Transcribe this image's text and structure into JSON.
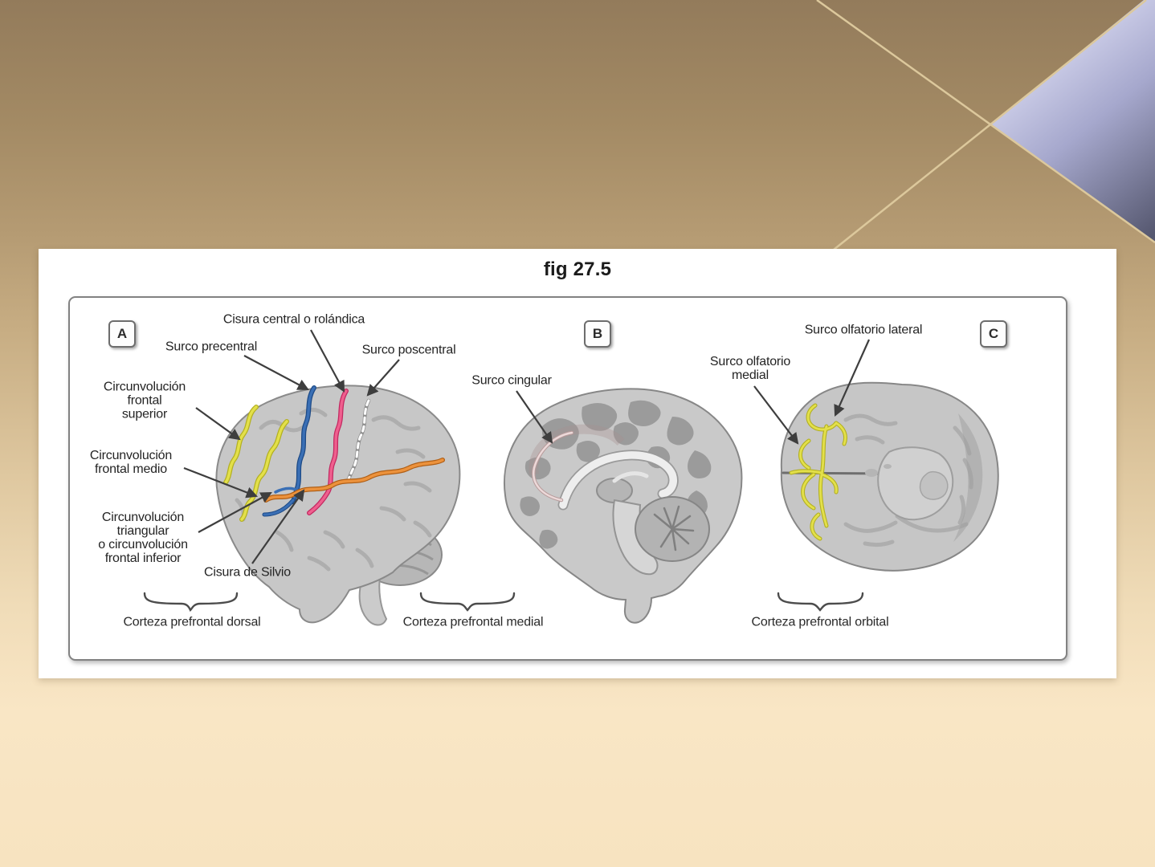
{
  "figure": {
    "title": "fig 27.5"
  },
  "colors": {
    "background_top": "#937b5b",
    "background_bottom": "#f7e3c0",
    "decor_lavender_light": "#dadbf2",
    "decor_lavender_dark": "#565870",
    "decor_line": "#dcc89c",
    "brain_gray": "#c7c7c7",
    "sulcus_yellow": "#e3e04a",
    "sulcus_blue": "#3a6fb5",
    "sulcus_pink": "#ef5f8e",
    "sulcus_orange": "#ec923c",
    "sulcus_pale_pink": "#ecd9d9",
    "sulcus_white_dashed": "#ffffff",
    "arrow_color": "#3e3e3e"
  },
  "panels": {
    "a": {
      "tag": "A",
      "labels": {
        "cisura_central": "Cisura central o rolándica",
        "surco_precentral": "Surco precentral",
        "surco_poscentral": "Surco poscentral",
        "circ_frontal_superior": "Circunvolución\nfrontal\nsuperior",
        "circ_frontal_medio": "Circunvolución\nfrontal medio",
        "circ_triangular": "Circunvolución\ntriangular\no circunvolución\nfrontal inferior",
        "cisura_silvio": "Cisura de Silvio"
      },
      "region": "Corteza prefrontal dorsal"
    },
    "b": {
      "tag": "B",
      "labels": {
        "surco_cingular": "Surco cingular"
      },
      "region": "Corteza prefrontal medial"
    },
    "c": {
      "tag": "C",
      "labels": {
        "surco_olfatorio_lateral": "Surco olfatorio lateral",
        "surco_olfatorio_medial": "Surco olfatorio\nmedial"
      },
      "region": "Corteza prefrontal orbital"
    }
  }
}
